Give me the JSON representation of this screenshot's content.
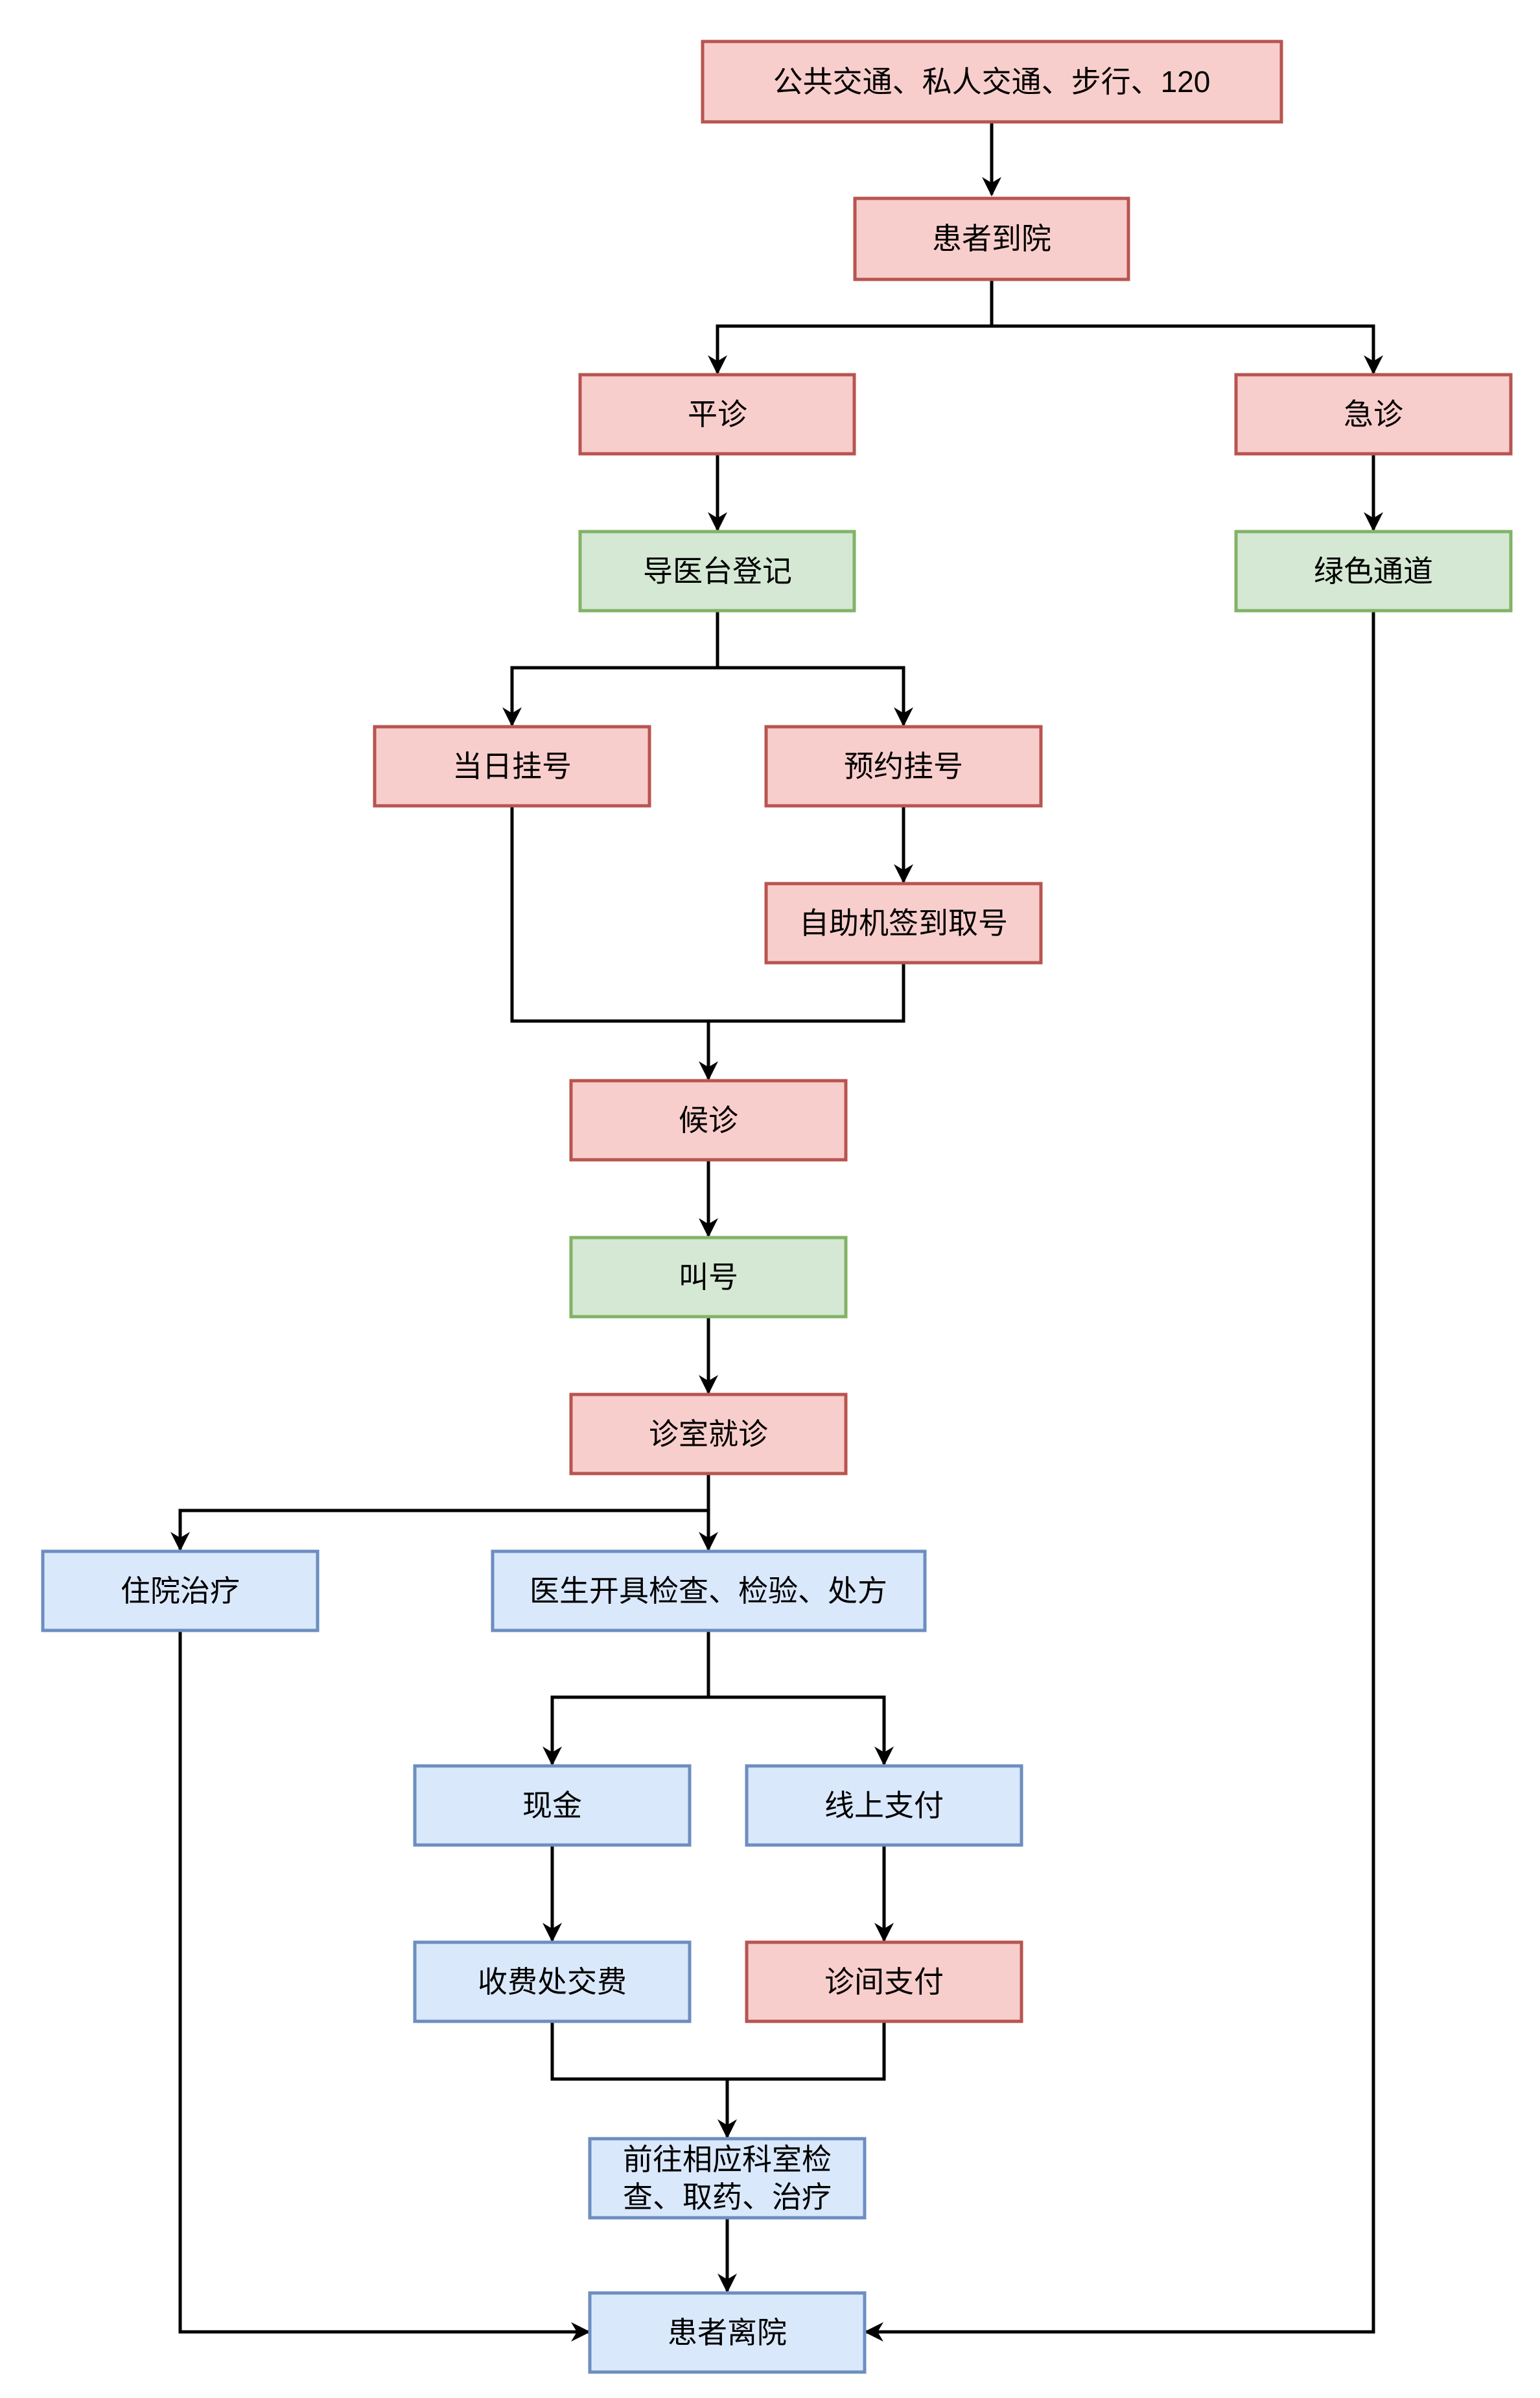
{
  "nodes": {
    "transport": "公共交通、私人交通、步行、120",
    "arrive": "患者到院",
    "regular": "平诊",
    "emergency": "急诊",
    "guide_desk": "导医台登记",
    "green_channel": "绿色通道",
    "same_day": "当日挂号",
    "appointment": "预约挂号",
    "kiosk": "自助机签到取号",
    "waiting": "候诊",
    "call_number": "叫号",
    "consult": "诊室就诊",
    "hospitalize": "住院治疗",
    "prescribe": "医生开具检查、检验、处方",
    "cash": "现金",
    "online_pay": "线上支付",
    "cashier": "收费处交费",
    "room_pay": "诊间支付",
    "dept_line1": "前往相应科室检",
    "dept_line2": "查、取药、治疗",
    "leave": "患者离院"
  }
}
